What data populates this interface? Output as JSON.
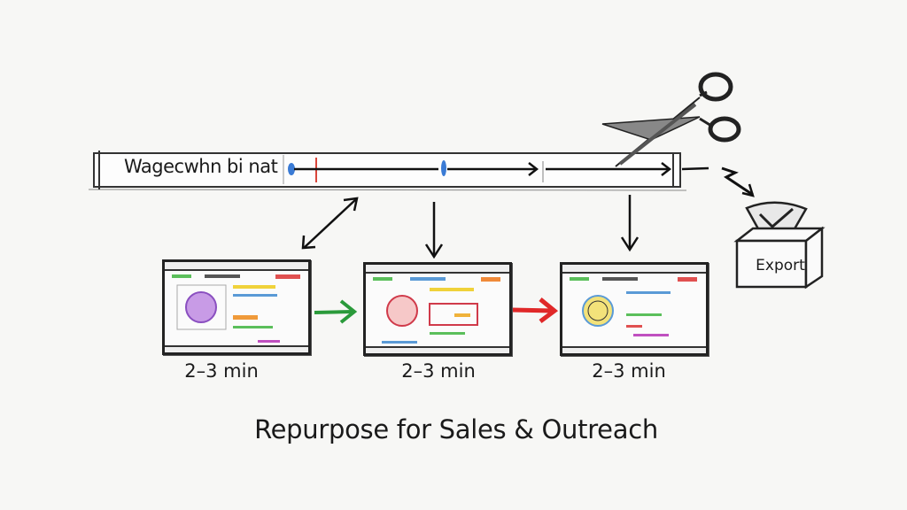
{
  "timeline": {
    "track_label": "Wagecwhn bi nat"
  },
  "clips": [
    {
      "duration": "2–3 min",
      "accent": "#a45bd6"
    },
    {
      "duration": "2–3 min",
      "accent": "#e0505a"
    },
    {
      "duration": "2–3 min",
      "accent": "#e8d23a"
    }
  ],
  "transitions": [
    {
      "color": "#2a9a3a"
    },
    {
      "color": "#e02828"
    }
  ],
  "export": {
    "label": "Export"
  },
  "caption": "Repurpose for Sales & Outreach",
  "icons": [
    "scissors-icon",
    "checkmark-icon",
    "export-box-icon"
  ]
}
